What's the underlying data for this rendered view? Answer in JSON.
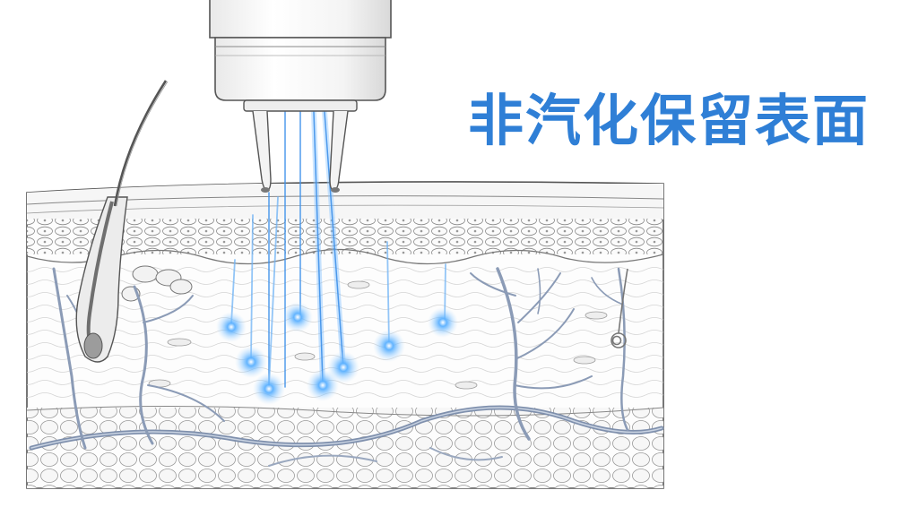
{
  "diagram": {
    "title": "非汽化保留表面",
    "colors": {
      "title": "#2f7fd6",
      "beam": "#7fc2ff",
      "beam_core": "#3a8eea",
      "vessel": "#7f90ad",
      "vessel_light": "#aab7cc",
      "line": "#6e6e6e"
    },
    "parts": [
      "laser-handpiece",
      "hair-shaft",
      "epidermis",
      "dermis",
      "subcutaneous-fat",
      "blood-vessels",
      "laser-beams",
      "thermal-focal-points"
    ]
  }
}
